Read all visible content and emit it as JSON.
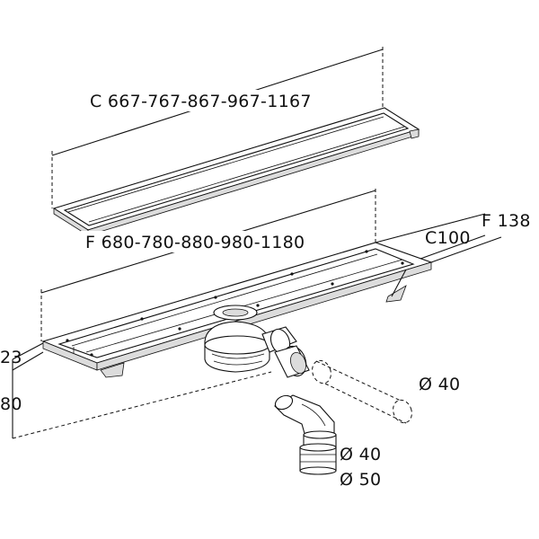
{
  "labels": {
    "cover_length": "C 667-767-867-967-1167",
    "frame_length": "F 680-780-880-980-1180",
    "cover_width": "C100",
    "frame_width": "F 138",
    "height_top": "23",
    "height_total": "80",
    "pipe_horizontal": "Ø 40",
    "outlet_small": "Ø 40",
    "outlet_large": "Ø 50"
  }
}
